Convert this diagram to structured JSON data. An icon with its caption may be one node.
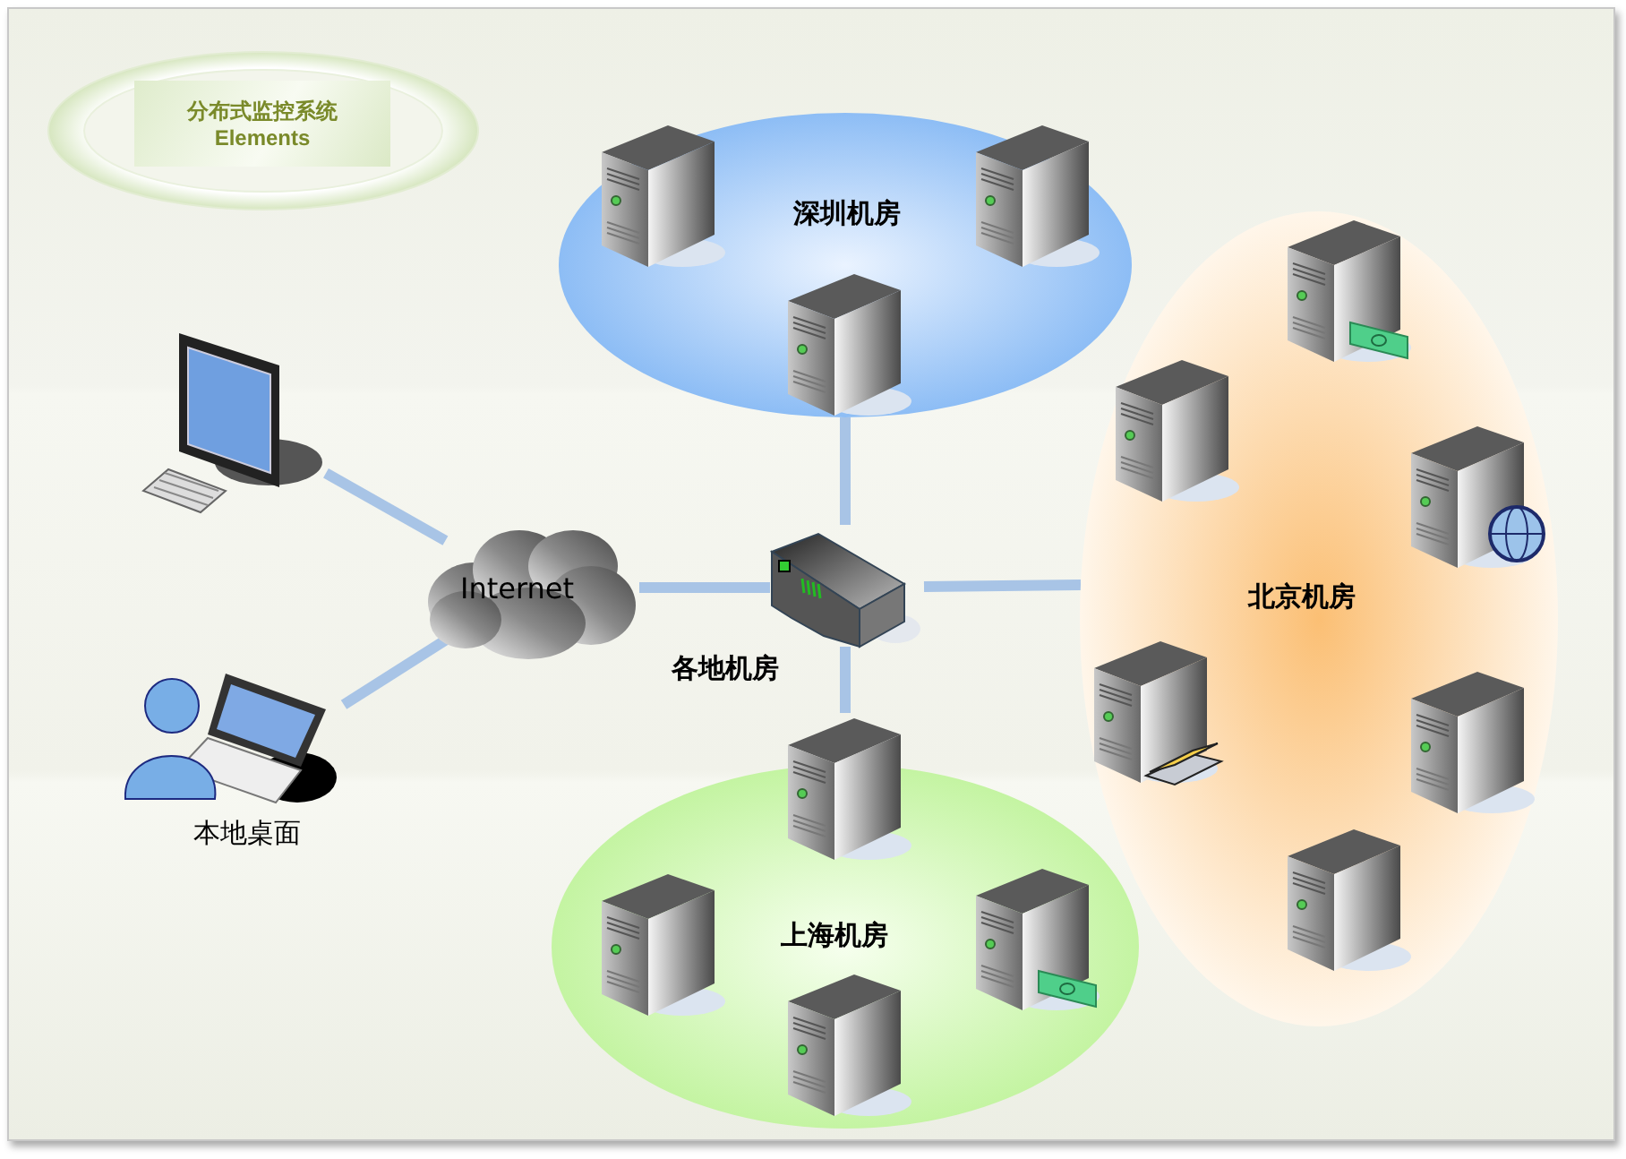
{
  "diagram": {
    "nodes": [
      {
        "text": [
          "分布式监控系统",
          "Elements"
        ]
      },
      {
        "text": [
          "深圳机房"
        ]
      },
      {
        "text": [],
        "shape": "picture",
        "in": 1
      },
      {
        "text": [],
        "shape": "picture",
        "in": 1
      },
      {
        "text": [],
        "shape": "picture",
        "in": 1
      },
      {
        "text": [
          "北京机房"
        ]
      },
      {
        "text": [],
        "shape": "picture",
        "in": 5
      },
      {
        "text": [],
        "shape": "picture",
        "in": 5
      },
      {
        "text": [],
        "shape": "picture",
        "in": 5
      },
      {
        "text": [],
        "shape": "picture",
        "in": 5
      },
      {
        "text": [],
        "shape": "picture",
        "in": 5
      },
      {
        "text": [],
        "shape": "picture",
        "in": 5
      },
      {
        "text": [
          "上海机房"
        ]
      },
      {
        "text": [],
        "shape": "picture"
      },
      {
        "text": [],
        "shape": "picture",
        "in": 12
      },
      {
        "text": [],
        "shape": "picture",
        "in": 12
      },
      {
        "text": [],
        "shape": "picture",
        "in": 12
      },
      {
        "text": [],
        "shape": "picture",
        "beside": [
          "各地机房"
        ]
      },
      {
        "text": [
          "Internet"
        ]
      },
      {
        "text": [],
        "shape": "picture"
      },
      {
        "text": [],
        "shape": "picture",
        "beside": [
          "本地桌面"
        ]
      }
    ],
    "edges": [
      {
        "from": 19,
        "to": 18,
        "arrow": "none"
      },
      {
        "from": 20,
        "to": 18,
        "arrow": "none"
      },
      {
        "from": 18,
        "to": 17,
        "arrow": "none"
      },
      {
        "from": 17,
        "to": 1,
        "arrow": "none"
      },
      {
        "from": 17,
        "to": 5,
        "arrow": "none"
      },
      {
        "from": 17,
        "to": 13,
        "arrow": "none"
      }
    ]
  }
}
